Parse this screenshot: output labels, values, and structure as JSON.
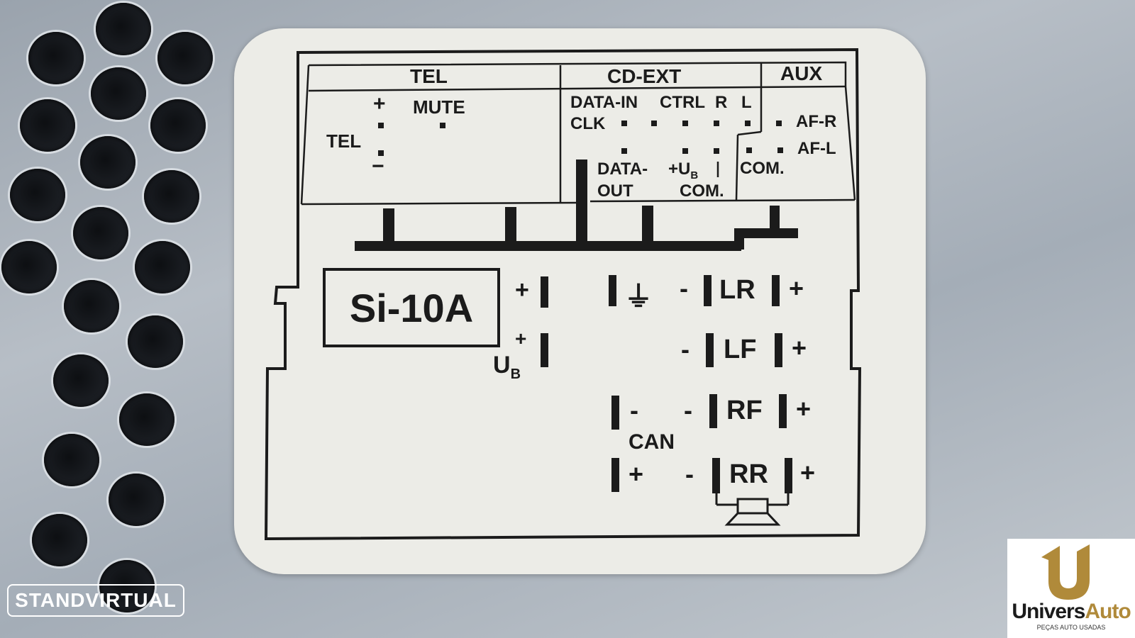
{
  "label": {
    "sections": {
      "tel": "TEL",
      "cdext": "CD-EXT",
      "aux": "AUX"
    },
    "tel": {
      "plus": "+",
      "mute": "MUTE",
      "tel": "TEL",
      "minus": "−"
    },
    "cdext": {
      "data_in": "DATA-IN",
      "ctrl": "CTRL",
      "r": "R",
      "l": "L",
      "clk": "CLK",
      "data_out_1": "DATA-",
      "data_out_2": "OUT",
      "ub": "+U",
      "ub_sub": "B",
      "com": "COM."
    },
    "aux": {
      "af_r": "AF-R",
      "af_l": "AF-L",
      "com": "COM."
    },
    "model": "Si-10A",
    "power": {
      "plus_top": "+",
      "plus_bottom": "+",
      "ub": "U",
      "ub_sub": "B"
    },
    "ground": "⏚",
    "speakers": [
      {
        "name": "LR",
        "minus": "-",
        "plus": "+"
      },
      {
        "name": "LF",
        "minus": "-",
        "plus": "+"
      },
      {
        "name": "RF",
        "minus": "-",
        "plus": "+"
      },
      {
        "name": "RR",
        "minus": "-",
        "plus": "+"
      }
    ],
    "can": {
      "label": "CAN",
      "minus": "-",
      "plus": "+"
    }
  },
  "watermarks": {
    "left": "STANDVIRTUAL",
    "logo_name_a": "Univers",
    "logo_name_b": "Auto",
    "logo_tagline": "PEÇAS AUTO USADAS"
  }
}
